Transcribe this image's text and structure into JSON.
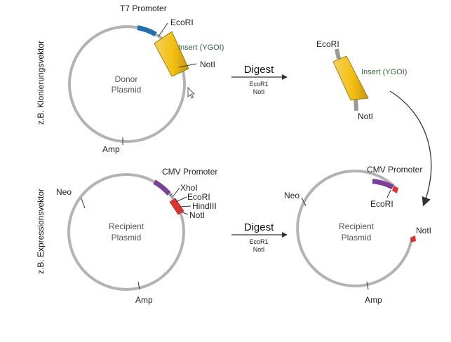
{
  "side_labels": {
    "top": "z.B. Klonierungsvektor",
    "bottom": "z.B. Expressionsvektor"
  },
  "donor": {
    "title_line1": "Donor",
    "title_line2": "Plasmid",
    "t7": "T7 Promoter",
    "ecori": "EcoRI",
    "insert": "Insert (YGOI)",
    "noti": "NotI",
    "amp": "Amp"
  },
  "digest_top": {
    "title": "Digest",
    "enzyme1": "EcoR1",
    "enzyme2": "NotI"
  },
  "fragment": {
    "ecori": "EcoRI",
    "insert": "Insert (YGOI)",
    "noti": "NotI"
  },
  "recipient": {
    "title_line1": "Recipient",
    "title_line2": "Plasmid",
    "cmv": "CMV Promoter",
    "xhoi": "XhoI",
    "ecori": "EcoRI",
    "hindiii": "HindIII",
    "noti": "NotI",
    "neo": "Neo",
    "amp": "Amp"
  },
  "digest_bottom": {
    "title": "Digest",
    "enzyme1": "EcoR1",
    "enzyme2": "NotI"
  },
  "digested": {
    "title_line1": "Recipient",
    "title_line2": "Plasmid",
    "cmv": "CMV Promoter",
    "ecori": "EcoRI",
    "noti": "NotI",
    "neo": "Neo",
    "amp": "Amp"
  },
  "colors": {
    "backbone": "#b3b3b3",
    "t7_promoter": "#1f6fb2",
    "insert": "#f2bf12",
    "cmv_promoter": "#7b3f99",
    "mcs": "#e03131",
    "arrow": "#333333"
  }
}
